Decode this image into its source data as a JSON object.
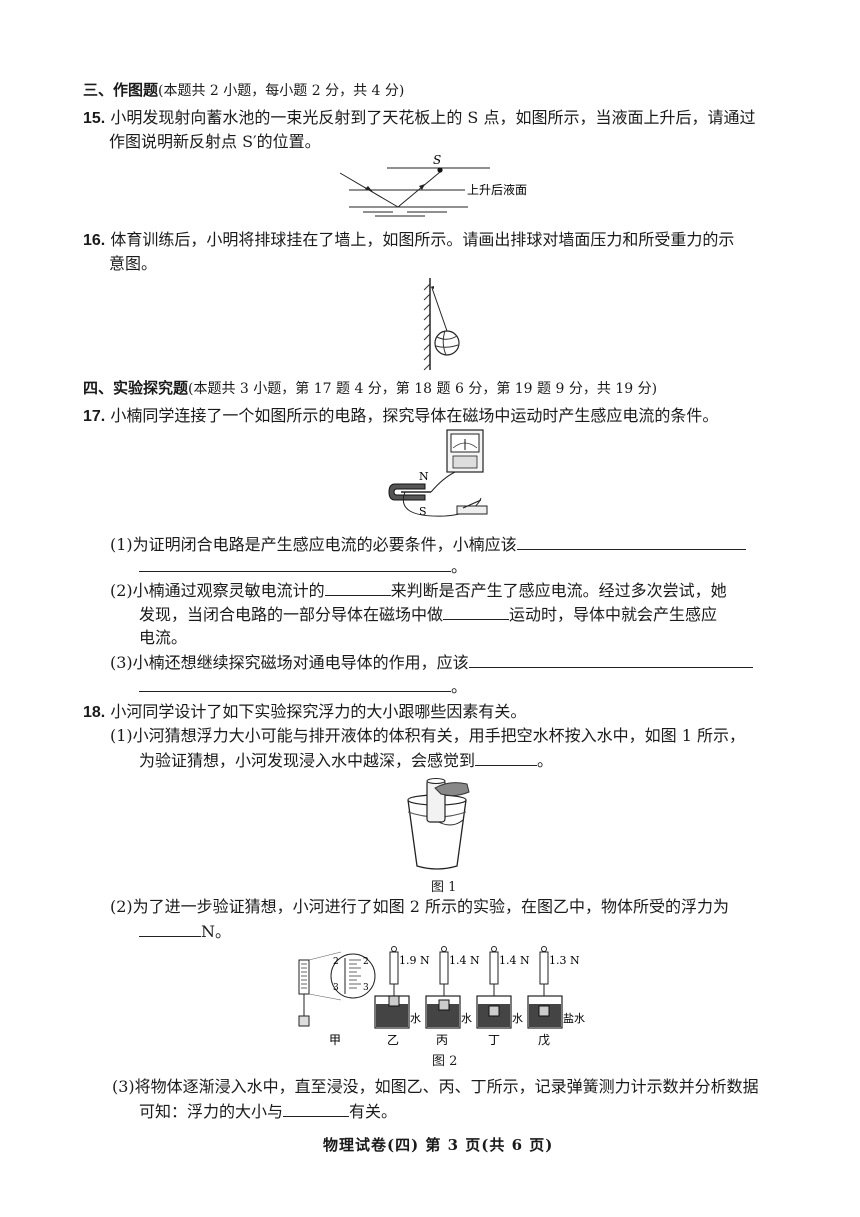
{
  "section3": {
    "title": "三、作图题",
    "note": "(本题共 2 小题，每小题 2 分，共 4 分)"
  },
  "q15": {
    "num": "15.",
    "line1": "小明发现射向蓄水池的一束光反射到了天花板上的 S 点，如图所示，当液面上升后，请通过",
    "line2": "作图说明新反射点 S′的位置。",
    "fig_point_label": "S",
    "fig_label": "上升后液面"
  },
  "q16": {
    "num": "16.",
    "line1": "体育训练后，小明将排球挂在了墙上，如图所示。请画出排球对墙面压力和所受重力的示",
    "line2": "意图。"
  },
  "section4": {
    "title": "四、实验探究题",
    "note": "(本题共 3 小题，第 17 题 4 分，第 18 题 6 分，第 19 题 9 分，共 19 分)"
  },
  "q17": {
    "num": "17.",
    "line1": "小楠同学连接了一个如图所示的电路，探究导体在磁场中运动时产生感应电流的条件。",
    "fig_n": "N",
    "fig_s": "S",
    "p1_a": "(1)为证明闭合电路是产生感应电流的必要条件，小楠应该",
    "p1_end": "。",
    "p2_a": "(2)小楠通过观察灵敏电流计的",
    "p2_b": "来判断是否产生了感应电流。经过多次尝试，她",
    "p2_c": "发现，当闭合电路的一部分导体在磁场中做",
    "p2_d": "运动时，导体中就会产生感应",
    "p2_e": "电流。",
    "p3_a": "(3)小楠还想继续探究磁场对通电导体的作用，应该",
    "p3_end": "。"
  },
  "q18": {
    "num": "18.",
    "line1": "小河同学设计了如下实验探究浮力的大小跟哪些因素有关。",
    "p1_a": "(1)小河猜想浮力大小可能与排开液体的体积有关，用手把空水杯按入水中，如图 1 所示，",
    "p1_b": "为验证猜想，小河发现浸入水中越深，会感觉到",
    "p1_end": "。",
    "fig1_caption": "图 1",
    "p2_a": "(2)为了进一步验证猜想，小河进行了如图 2 所示的实验，在图乙中，物体所受的浮力为",
    "p2_b": "N。",
    "fig2_caption": "图 2",
    "scale_marks": [
      "2",
      "2",
      "3",
      "3"
    ],
    "readings": [
      "1.9 N",
      "1.4 N",
      "1.4 N",
      "1.3 N"
    ],
    "liquids": [
      "水",
      "水",
      "水",
      "盐水"
    ],
    "stage_labels": [
      "甲",
      "乙",
      "丙",
      "丁",
      "戊"
    ],
    "p3_a": "(3)将物体逐渐浸入水中，直至浸没，如图乙、丙、丁所示，记录弹簧测力计示数并分析数据",
    "p3_b": "可知：浮力的大小与",
    "p3_c": "有关。"
  },
  "footer": {
    "text": "物理试卷(四) 第 3 页(共 6 页)"
  }
}
